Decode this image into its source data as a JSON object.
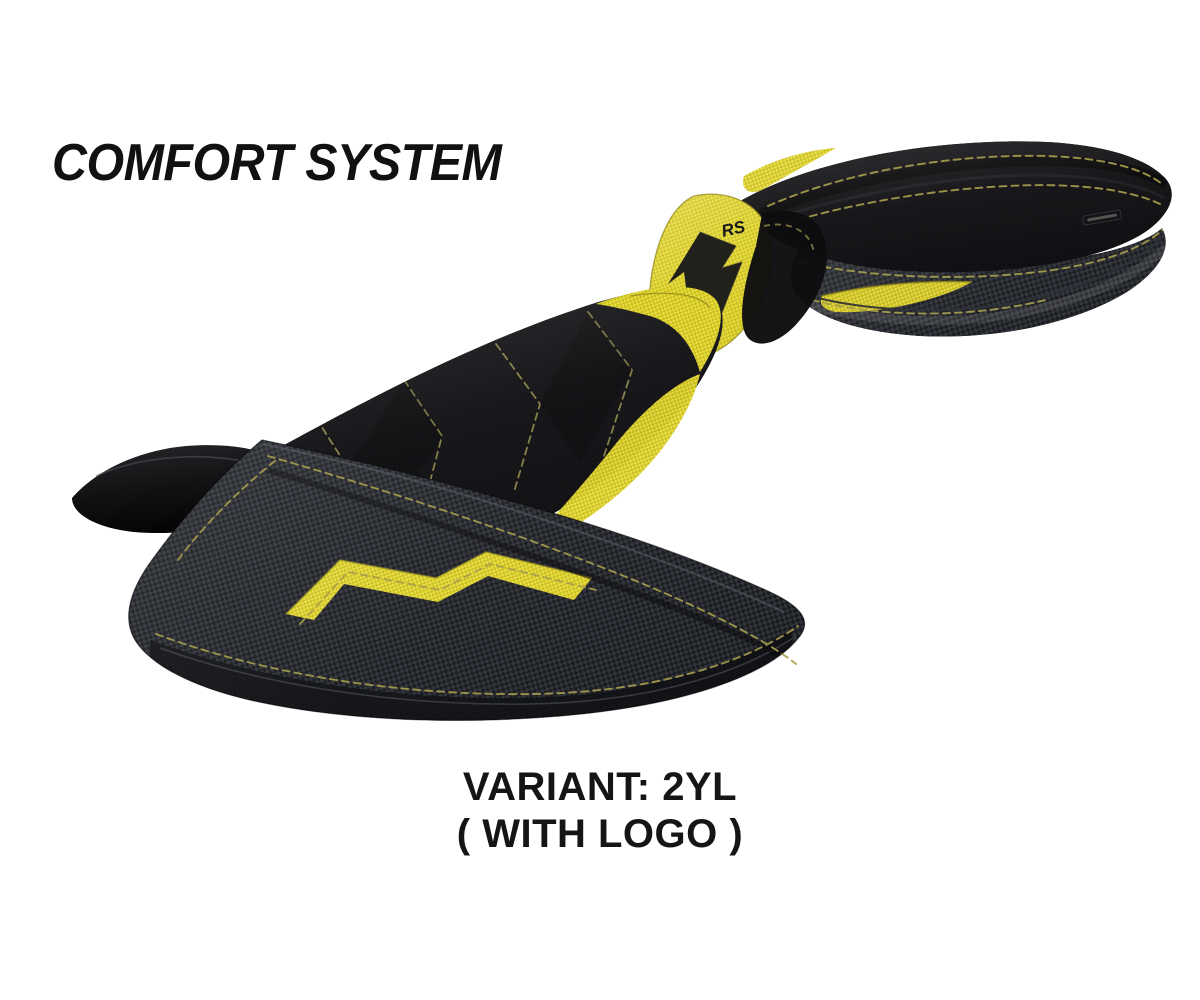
{
  "page": {
    "background_color": "#ffffff",
    "title": "COMFORT SYSTEM",
    "variant_line_1": "VARIANT: 2YL",
    "variant_line_2": "( WITH LOGO )"
  },
  "product": {
    "name": "motorcycle-seat-cover",
    "description": "Two-piece motorcycle seat cover set: front rider seat and rear passenger seat",
    "logo_text": "RS",
    "logo_panel": "yellow-logo-panel",
    "colors": {
      "yellow": "#dcd02a",
      "yellow_light": "#e9de3f",
      "yellow_dark": "#b3a81c",
      "black": "#0d0d0f",
      "suede_black": "#131316",
      "carbon_dark": "#1c1d21",
      "carbon_mid": "#2a2c31",
      "carbon_light": "#3b3e45",
      "stitch": "#a39a4c",
      "edge_highlight": "#4a4d55"
    },
    "parts": [
      {
        "id": "front-seat",
        "label": "Front rider seat"
      },
      {
        "id": "rear-seat",
        "label": "Rear passenger seat"
      },
      {
        "id": "logo-panel",
        "label": "Yellow RS logo panel"
      },
      {
        "id": "brand-tag",
        "label": "Brand tag"
      }
    ]
  }
}
